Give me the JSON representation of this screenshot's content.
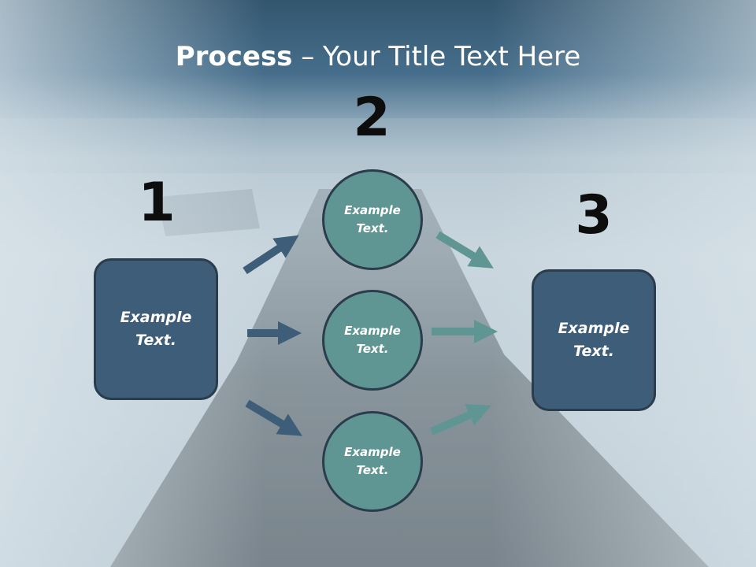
{
  "title": {
    "bold": "Process",
    "rest": " – Your Title Text Here"
  },
  "numbers": {
    "one": "1",
    "two": "2",
    "three": "3"
  },
  "left_box": {
    "line1": "Example",
    "line2": "Text."
  },
  "right_box": {
    "line1": "Example",
    "line2": "Text."
  },
  "circles": [
    {
      "line1": "Example",
      "line2": "Text."
    },
    {
      "line1": "Example",
      "line2": "Text."
    },
    {
      "line1": "Example",
      "line2": "Text."
    }
  ],
  "colors": {
    "box": "#3d5d78",
    "circle": "#5f9693",
    "arrow_left": "#3d5d78",
    "arrow_right": "#5f9693",
    "header": "#3f6784"
  }
}
